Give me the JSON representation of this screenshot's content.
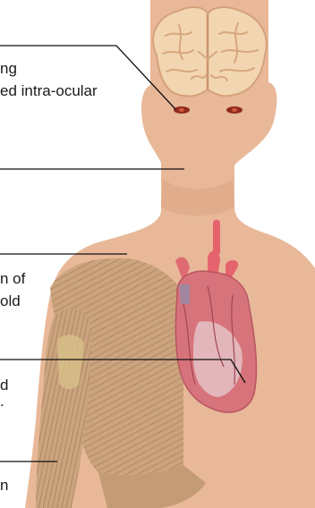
{
  "labels": {
    "brain_line1": "ng",
    "brain_line2": "ed intra-ocular",
    "heart_line1": "n of",
    "heart_line2": "old",
    "mid_line1": "d",
    "mid_line2": ".",
    "arm_line1": "n"
  },
  "colors": {
    "skin": "#e8b898",
    "skin_shadow": "#d9a283",
    "brain": "#f0d5b0",
    "brain_fold": "#d9a880",
    "eye": "#9a2820",
    "muscle": "#c7a07a",
    "muscle_fiber": "#9c7452",
    "heart": "#d2717a",
    "heart_vessel": "#e0606a",
    "leader": "#111111"
  }
}
